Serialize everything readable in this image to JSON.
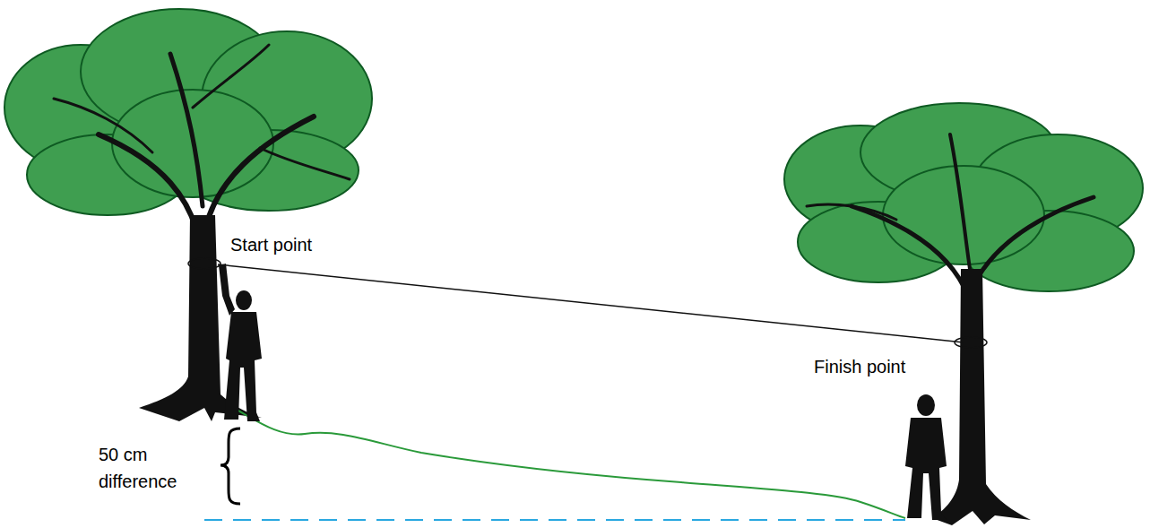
{
  "diagram": {
    "labels": [
      "Start point",
      "Finish point",
      "50 cm difference"
    ]
  }
}
